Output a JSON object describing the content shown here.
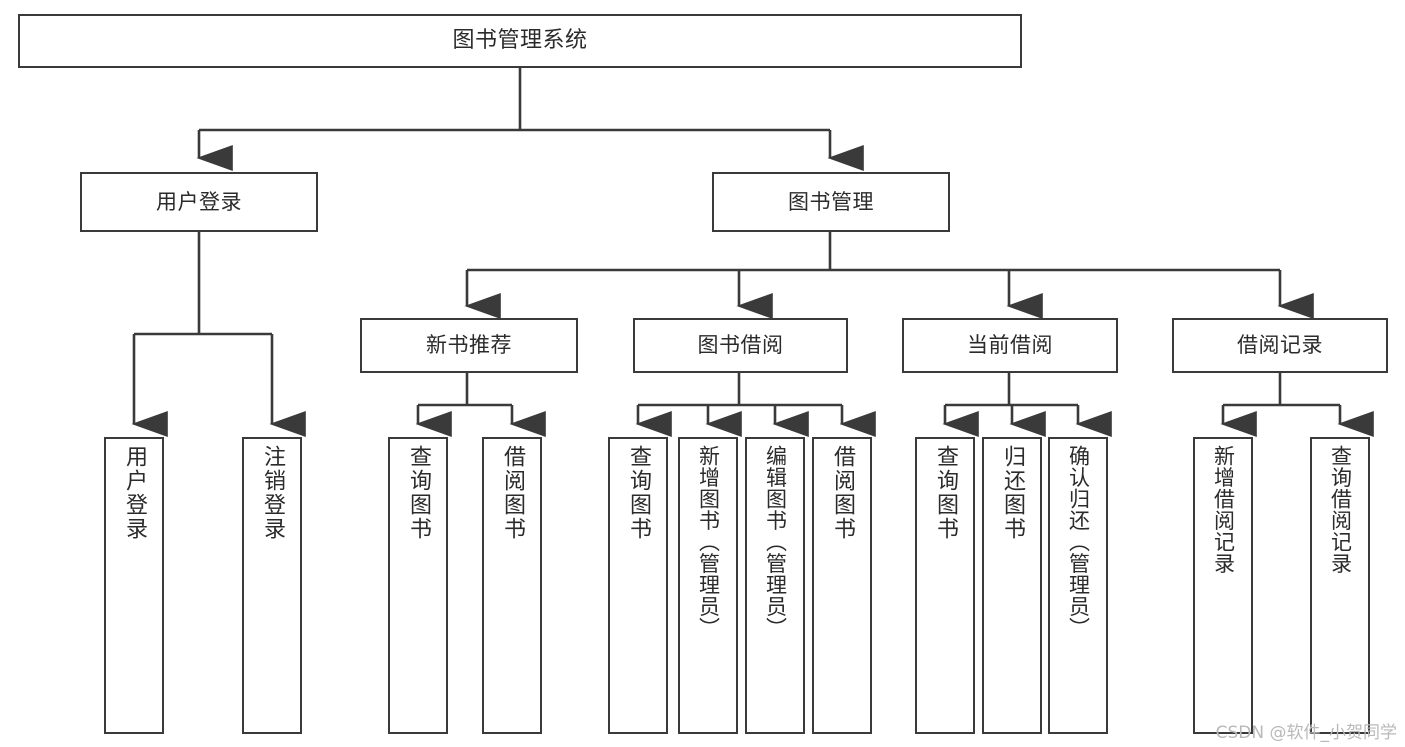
{
  "diagram": {
    "title": "图书管理系统",
    "type": "functional-structure-tree",
    "stroke_color": "#3a3a3a",
    "text_color": "#2b2b2b",
    "background_color": "#ffffff",
    "watermark": "CSDN @软件_小贺同学"
  },
  "nodes": {
    "root": {
      "label": "图书管理系统",
      "level": 1
    },
    "level2": [
      {
        "id": "user-login",
        "label": "用户登录"
      },
      {
        "id": "book-manage",
        "label": "图书管理"
      }
    ],
    "level3": [
      {
        "id": "new-book-recommend",
        "label": "新书推荐"
      },
      {
        "id": "book-borrow",
        "label": "图书借阅"
      },
      {
        "id": "current-borrow",
        "label": "当前借阅"
      },
      {
        "id": "borrow-record",
        "label": "借阅记录"
      }
    ],
    "leaves": {
      "user_login": [
        {
          "id": "leaf-user-login",
          "label": "用户登录"
        },
        {
          "id": "leaf-logout-login",
          "label": "注销登录"
        }
      ],
      "new_book_recommend": [
        {
          "id": "leaf-query-book-1",
          "label": "查询图书"
        },
        {
          "id": "leaf-borrow-book-1",
          "label": "借阅图书"
        }
      ],
      "book_borrow": [
        {
          "id": "leaf-query-book-2",
          "label": "查询图书"
        },
        {
          "id": "leaf-add-book",
          "label": "新增图书（管理员）"
        },
        {
          "id": "leaf-edit-book",
          "label": "编辑图书（管理员）"
        },
        {
          "id": "leaf-borrow-book-2",
          "label": "借阅图书"
        }
      ],
      "current_borrow": [
        {
          "id": "leaf-query-book-3",
          "label": "查询图书"
        },
        {
          "id": "leaf-return-book",
          "label": "归还图书"
        },
        {
          "id": "leaf-confirm-return",
          "label": "确认归还（管理员）"
        }
      ],
      "borrow_record": [
        {
          "id": "leaf-add-borrow-record",
          "label": "新增借阅记录"
        },
        {
          "id": "leaf-query-borrow-record",
          "label": "查询借阅记录"
        }
      ]
    }
  }
}
